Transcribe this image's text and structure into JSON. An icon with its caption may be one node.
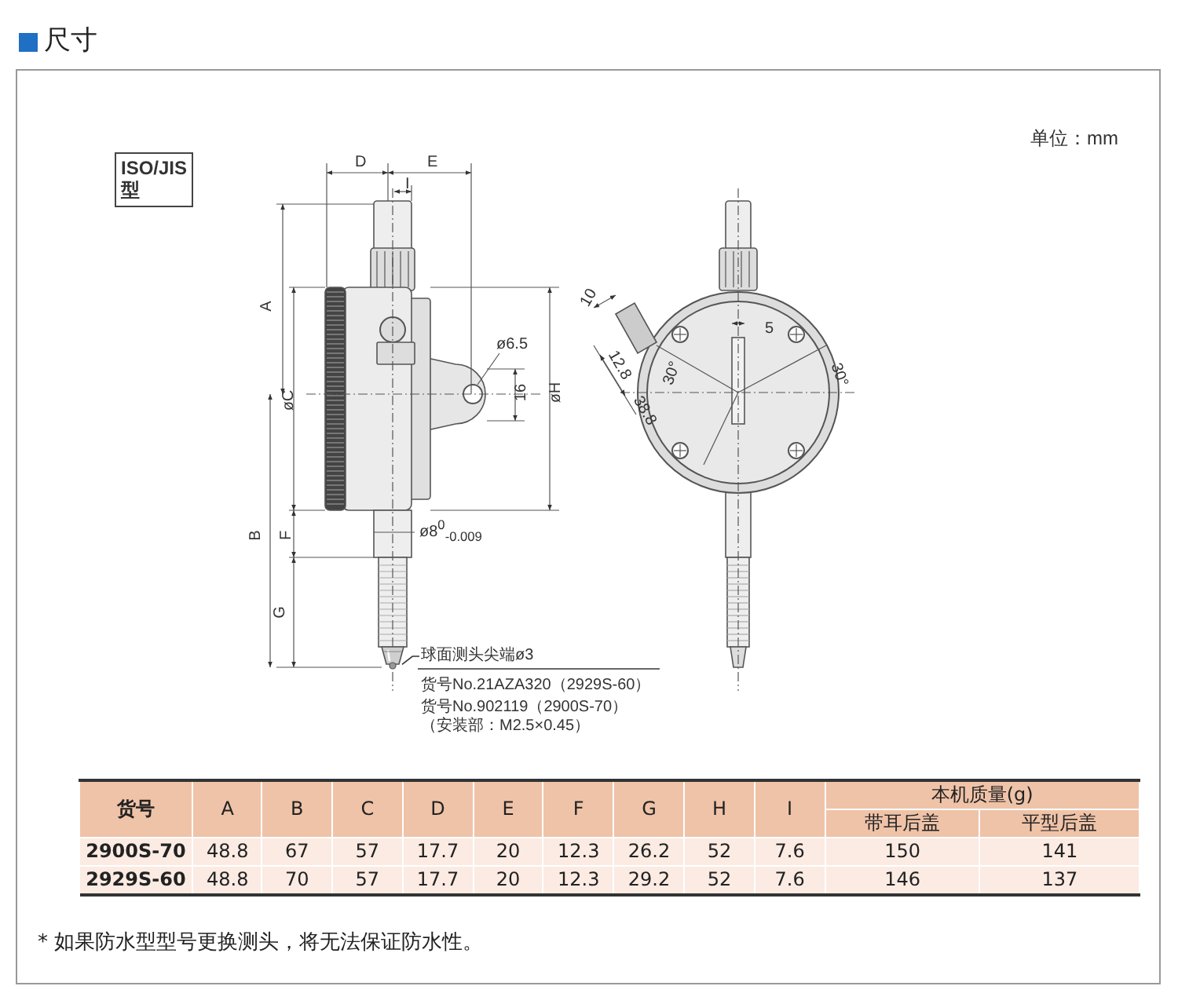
{
  "diagram": {
    "title": "尺寸",
    "caption": "* 如果防水型型号更换测头，将无法保证防水性。",
    "nodes": [
      {
        "text": [
          "球面测头尖端ø3"
        ]
      },
      {
        "text": [],
        "shape": "picture"
      }
    ],
    "edges": [
      {
        "from": 0,
        "to": 1,
        "arrow": "none"
      }
    ],
    "labels": [
      "单位：mm",
      "ISO/JIS 型",
      "D",
      "E",
      "I",
      "A",
      "øC",
      "ø6.5",
      "16",
      "øH",
      "ø8$^{0}$$_{-0.009}$",
      "B",
      "F",
      "G",
      "10",
      "5",
      "12.8",
      "30°",
      "30°",
      "38.8",
      "货号No.21AZA320（2929S-60）",
      "货号No.902119（2900S-70）",
      "（安装部：M2.5×0.45）",
      "货号",
      "A",
      "B",
      "C",
      "D",
      "E",
      "F",
      "G",
      "H",
      "I",
      "本机质量(g)",
      "带耳后盖",
      "平型后盖",
      "2900S-70",
      "48.8",
      "67",
      "57",
      "17.7",
      "20",
      "12.3",
      "26.2",
      "52",
      "7.6",
      "150",
      "141",
      "2929S-60",
      "48.8",
      "70",
      "57",
      "17.7",
      "20",
      "12.3",
      "29.2",
      "52",
      "7.6",
      "146",
      "137"
    ]
  }
}
